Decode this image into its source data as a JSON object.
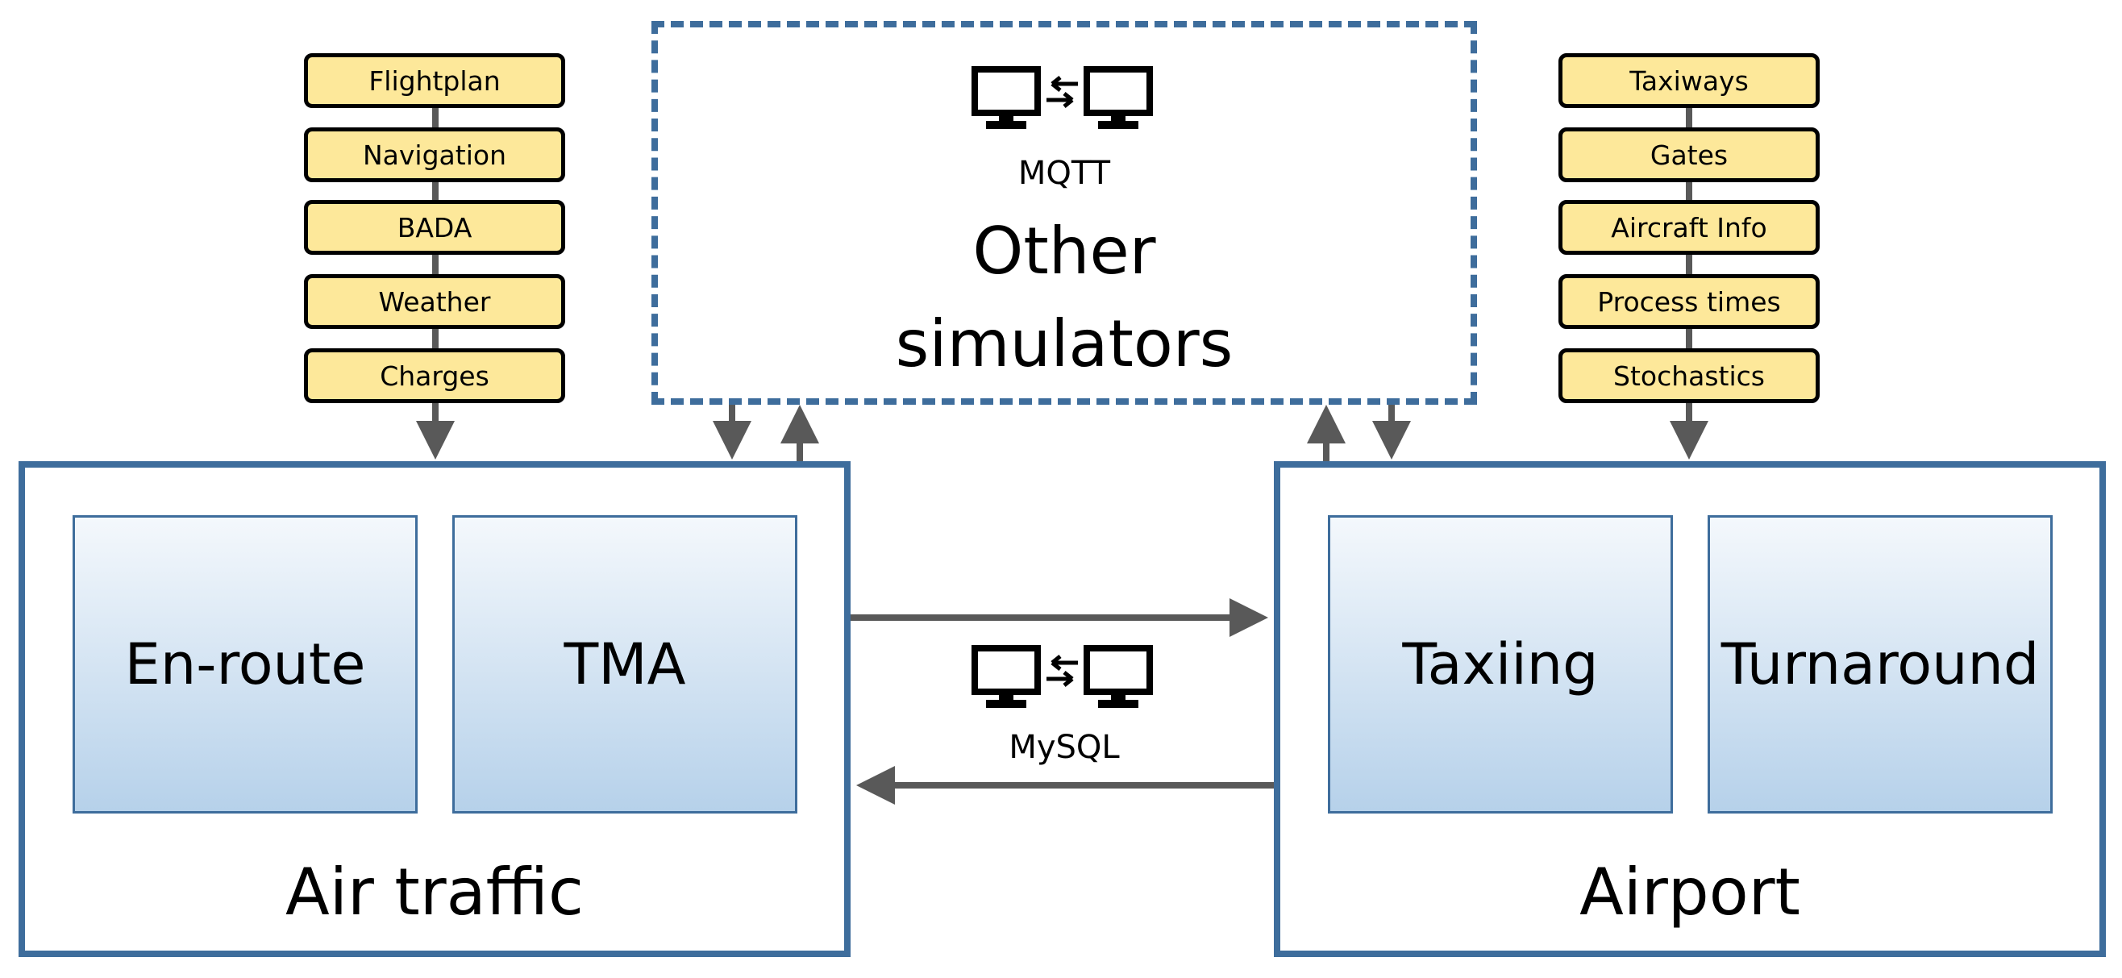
{
  "air_traffic": {
    "title": "Air traffic",
    "modules": [
      "En-route",
      "TMA"
    ],
    "inputs": [
      "Flightplan",
      "Navigation",
      "BADA",
      "Weather",
      "Charges"
    ]
  },
  "airport": {
    "title": "Airport",
    "modules": [
      "Taxiing",
      "Turnaround"
    ],
    "inputs": [
      "Taxiways",
      "Gates",
      "Aircraft Info",
      "Process times",
      "Stochastics"
    ]
  },
  "other_simulators": {
    "title_line1": "Other",
    "title_line2": "simulators",
    "protocol": "MQTT"
  },
  "link": {
    "protocol": "MySQL"
  },
  "colors": {
    "panel_border": "#3e6d9c",
    "tag_fill": "#fde89a",
    "arrow": "#595959"
  }
}
